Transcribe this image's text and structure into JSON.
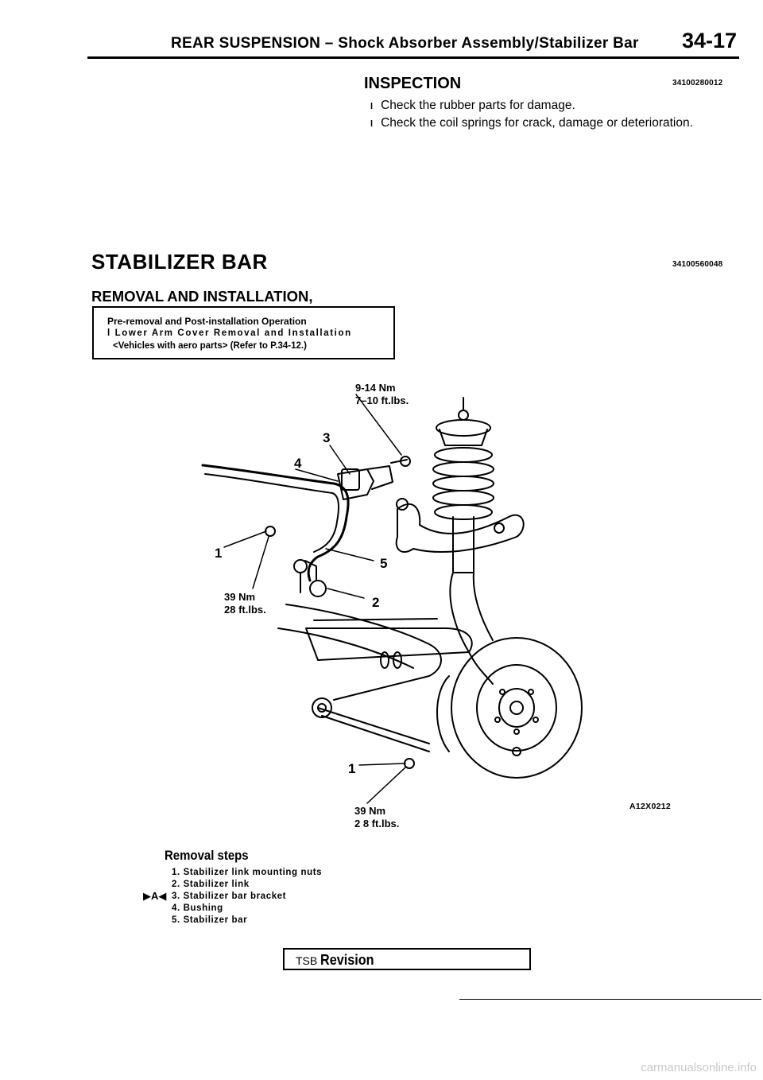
{
  "header": {
    "title_main": "REAR SUSPENSION – Shock Absorber Assembly/Stabilizer Bar",
    "page_number": "34-17"
  },
  "inspection": {
    "heading": "INSPECTION",
    "code": "34100280012",
    "items": [
      "Check the rubber parts for damage.",
      "Check the coil springs for crack, damage or deterioration."
    ],
    "bullet_glyph": "l"
  },
  "stabilizer": {
    "heading": "STABILIZER BAR",
    "code": "34100560048",
    "subheading": "REMOVAL AND INSTALLATION,"
  },
  "operation_box": {
    "title": "Pre-removal and Post-installation Operation",
    "bullet_glyph": "l",
    "item": "Lower Arm Cover Removal and Installation",
    "item_detail": "<Vehicles with aero parts> (Refer to P.34-12.)"
  },
  "figure": {
    "torques": {
      "top_nm": "9-14 Nm",
      "top_ftlbs": "7–10 ft.lbs.",
      "left_nm": "39 Nm",
      "left_ftlbs": "28 ft.lbs.",
      "bottom_nm": "39 Nm",
      "bottom_ftlbs": "2 8 ft.lbs."
    },
    "callouts": {
      "c1a": "1",
      "c1b": "1",
      "c2": "2",
      "c3": "3",
      "c4": "4",
      "c5": "5"
    },
    "figure_code": "A12X0212"
  },
  "removal_steps": {
    "heading": "Removal steps",
    "steps": [
      "1. Stabilizer link mounting nuts",
      "2. Stabilizer link",
      "3. Stabilizer bar bracket",
      "4. Bushing",
      "5. Stabilizer bar"
    ],
    "marker_label": "A"
  },
  "footer": {
    "tsb": "TSB",
    "revision": "Revision"
  },
  "watermark": "carmanualsonline.info"
}
